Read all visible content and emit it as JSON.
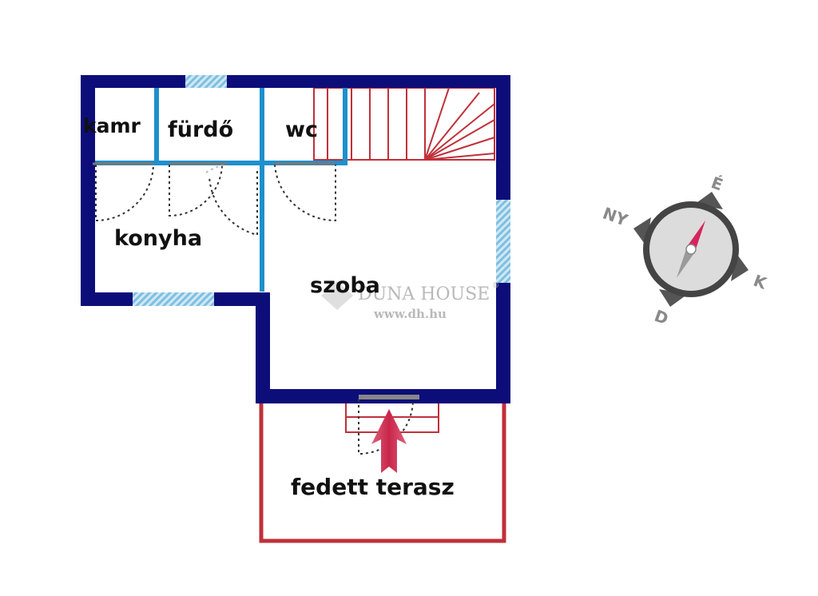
{
  "rooms": {
    "kamra": "kamr",
    "furdo": "fürdő",
    "wc": "wc",
    "konyha": "konyha",
    "szoba": "szoba",
    "terasz": "fedett terasz"
  },
  "compass": {
    "north": "É",
    "west": "NY",
    "east": "K",
    "south": "D"
  },
  "watermark": {
    "brand": "DUNA HOUSE",
    "registered": "®",
    "url": "www.dh.hu"
  },
  "colors": {
    "outer_wall": "#0d0d7a",
    "inner_wall": "#1e90cc",
    "stairs_and_terrace": "#c0303a",
    "window_hatch": "#9ccfe8",
    "entry_arrow": "#d63a5a",
    "compass_needle": "#d6245c",
    "compass_ring": "#444444"
  }
}
